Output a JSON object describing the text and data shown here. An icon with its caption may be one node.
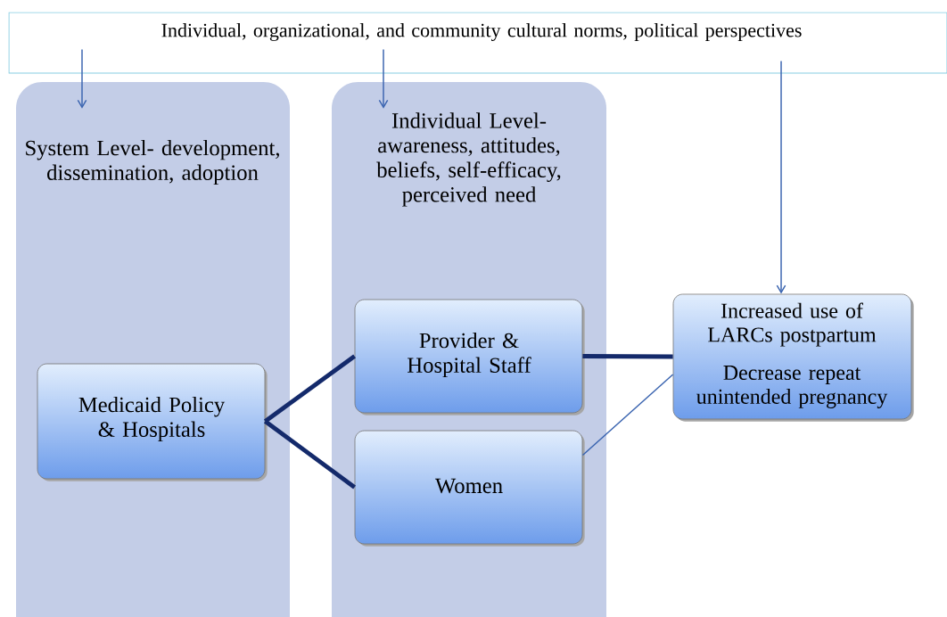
{
  "diagram": {
    "nodes": [
      {
        "text": [
          "Individual, organizational, and community cultural norms, political perspectives"
        ]
      },
      {
        "text": [
          "System Level- development, dissemination, adoption"
        ]
      },
      {
        "text": [
          "Individual Level- awareness, attitudes, beliefs, self-efficacy, perceived need"
        ]
      },
      {
        "text": [
          "Medicaid Policy & Hospitals"
        ],
        "in": 1
      },
      {
        "text": [
          "Provider & Hospital Staff"
        ],
        "in": 2
      },
      {
        "text": [
          "Women"
        ],
        "in": 2
      },
      {
        "text": [
          "Increased use of LARCs postpartum",
          "Decrease repeat unintended pregnancy"
        ]
      }
    ],
    "edges": [
      {
        "from": 0,
        "to": 1,
        "arrow": "to"
      },
      {
        "from": 0,
        "to": 2,
        "arrow": "to"
      },
      {
        "from": 0,
        "to": 6,
        "arrow": "to"
      },
      {
        "from": 3,
        "to": 4,
        "arrow": "none",
        "style": "thick",
        "color": "#142a6b"
      },
      {
        "from": 3,
        "to": 5,
        "arrow": "none",
        "style": "thick",
        "color": "#142a6b"
      },
      {
        "from": 4,
        "to": 6,
        "arrow": "none",
        "style": "thick",
        "color": "#142a6b"
      },
      {
        "from": 5,
        "to": 6,
        "arrow": "none"
      }
    ]
  }
}
